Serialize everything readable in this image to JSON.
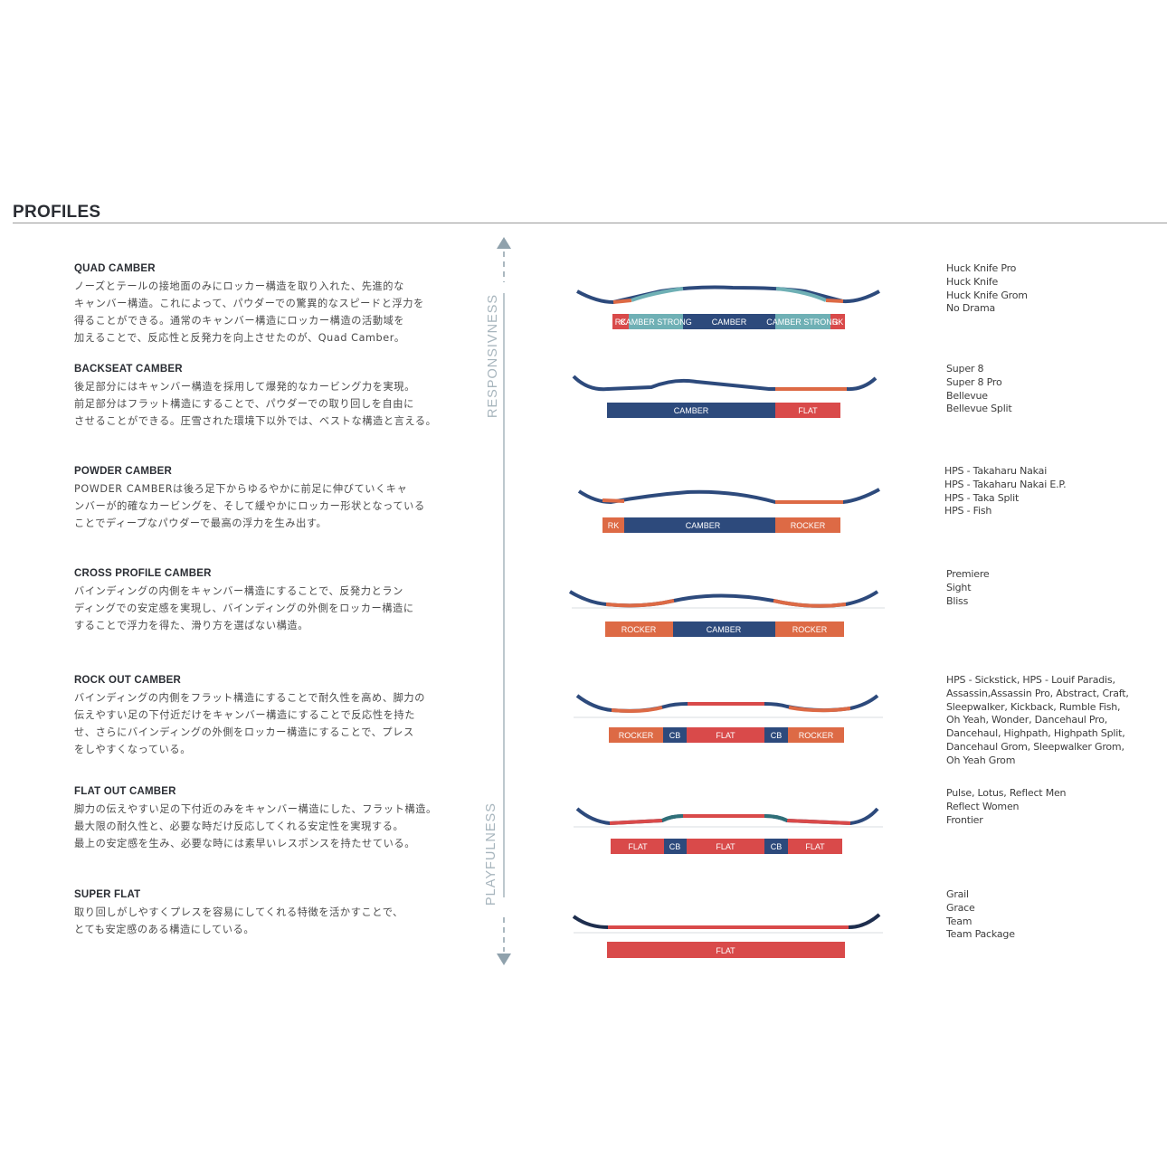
{
  "page": {
    "title": "PROFILES"
  },
  "axis": {
    "top_label": "RESPONSIVNESS",
    "bottom_label": "PLAYFULNESS"
  },
  "colors": {
    "navy": "#2d4a7c",
    "red": "#d94a4a",
    "orange": "#dd6a45",
    "teal": "#6fb0b5",
    "dark_navy": "#1e2e4e"
  },
  "profiles": [
    {
      "name": "QUAD CAMBER",
      "description": "ノーズとテールの接地面のみにロッカー構造を取り入れた、先進的な\nキャンバー構造。これによって、パウダーでの驚異的なスピードと浮力を\n得ることができる。通常のキャンバー構造にロッカー構造の活動域を\n加えることで、反応性と反発力を向上させたのが、Quad Camber。",
      "segments": [
        "RK",
        "CAMBER STRONG",
        "CAMBER",
        "CAMBER STRONG",
        "RK"
      ],
      "products": [
        "Huck Knife Pro",
        "Huck Knife",
        "Huck Knife Grom",
        "No Drama"
      ]
    },
    {
      "name": "BACKSEAT CAMBER",
      "description": "後足部分にはキャンバー構造を採用して爆発的なカービング力を実現。\n前足部分はフラット構造にすることで、パウダーでの取り回しを自由に\nさせることができる。圧雪された環境下以外では、ベストな構造と言える。",
      "segments": [
        "CAMBER",
        "FLAT"
      ],
      "products": [
        "Super 8",
        "Super 8 Pro",
        "Bellevue",
        "Bellevue Split"
      ]
    },
    {
      "name": "POWDER CAMBER",
      "description": "POWDER CAMBERは後ろ足下からゆるやかに前足に伸びていくキャ\nンバーが的確なカービングを、そして緩やかにロッカー形状となっている\nことでディープなパウダーで最高の浮力を生み出す。",
      "segments": [
        "RK",
        "CAMBER",
        "ROCKER"
      ],
      "products": [
        "HPS - Takaharu Nakai",
        "HPS - Takaharu Nakai E.P.",
        "HPS - Taka Split",
        "HPS - Fish"
      ]
    },
    {
      "name": "CROSS PROFILE CAMBER",
      "description": "バインディングの内側をキャンバー構造にすることで、反発力とラン\nディングでの安定感を実現し、バインディングの外側をロッカー構造に\nすることで浮力を得た、滑り方を選ばない構造。",
      "segments": [
        "ROCKER",
        "CAMBER",
        "ROCKER"
      ],
      "products": [
        "Premiere",
        "Sight",
        "Bliss"
      ]
    },
    {
      "name": "ROCK OUT CAMBER",
      "description": "バインディングの内側をフラット構造にすることで耐久性を高め、脚力の\n伝えやすい足の下付近だけをキャンバー構造にすることで反応性を持た\nせ、さらにバインディングの外側をロッカー構造にすることで、プレス\nをしやすくなっている。",
      "segments": [
        "ROCKER",
        "CB",
        "FLAT",
        "CB",
        "ROCKER"
      ],
      "products": [
        "HPS - Sickstick, HPS - Louif Paradis,",
        "Assassin,Assassin Pro, Abstract, Craft,",
        "Sleepwalker, Kickback, Rumble Fish,",
        "Oh Yeah, Wonder, Dancehaul Pro,",
        "Dancehaul, Highpath, Highpath Split,",
        "Dancehaul Grom, Sleepwalker Grom,",
        "Oh Yeah Grom"
      ]
    },
    {
      "name": "FLAT OUT CAMBER",
      "description": "脚力の伝えやすい足の下付近のみをキャンバー構造にした、フラット構造。\n最大限の耐久性と、必要な時だけ反応してくれる安定性を実現する。\n最上の安定感を生み、必要な時には素早いレスポンスを持たせている。",
      "segments": [
        "FLAT",
        "CB",
        "FLAT",
        "CB",
        "FLAT"
      ],
      "products": [
        "Pulse, Lotus, Reflect Men",
        "Reflect Women",
        "Frontier"
      ]
    },
    {
      "name": "SUPER FLAT",
      "description": "取り回しがしやすくプレスを容易にしてくれる特徴を活かすことで、\nとても安定感のある構造にしている。",
      "segments": [
        "FLAT"
      ],
      "products": [
        "Grail",
        "Grace",
        "Team",
        "Team Package"
      ]
    }
  ]
}
